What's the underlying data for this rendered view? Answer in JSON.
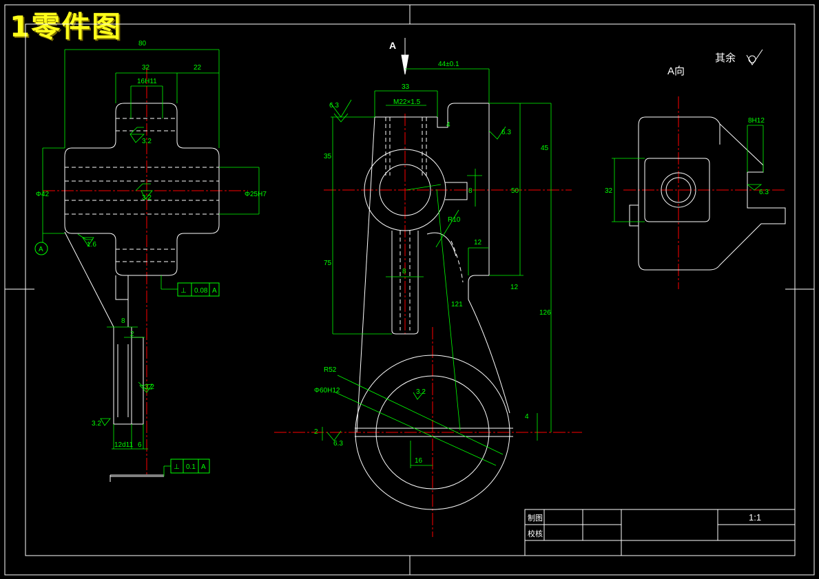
{
  "title": "1零件图",
  "view_labels": {
    "arrow_a": "A",
    "a_view": "A向",
    "remaining_roughness": "其余"
  },
  "colors": {
    "background": "#000000",
    "outline": "#ffffff",
    "dimension": "#00ff00",
    "centerline": "#ff0000",
    "title": "#ffff1a"
  },
  "left_view": {
    "dims": {
      "overall_width": "80",
      "width_32": "32",
      "width_22": "22",
      "slot": "16H11",
      "dia_42": "Φ42",
      "bore": "Φ25H7",
      "rough_top": "3.2",
      "rough_mid": "3.2",
      "rough_side": "1.6",
      "arm_width": "8",
      "offset_2": "2",
      "rough_arm": "3.2",
      "rough_bottom": "3.2",
      "fork_width": "12d11",
      "fork_6": "6"
    },
    "datum": "A",
    "tolerance_1": {
      "symbol": "⊥",
      "value": "0.08",
      "datum": "A"
    },
    "tolerance_2": {
      "symbol": "⊥",
      "value": "0.1",
      "datum": "A"
    }
  },
  "front_view": {
    "dims": {
      "thread": "M22×1.5",
      "width_33": "33",
      "offset_44": "44±0.1",
      "rough_6_3": "6.3",
      "rough_6_3_b": "6.3",
      "dim_4": "4",
      "h_35": "35",
      "h_45": "45",
      "dim_8": "8",
      "h_50": "50",
      "r10": "R10",
      "dim_12": "12",
      "rib_8": "8",
      "h_75": "75",
      "h_12": "12",
      "h_126": "126",
      "h_121": "121",
      "r52": "R52",
      "bore_60": "Φ60H12",
      "rough_32": "3.2",
      "h_4": "4",
      "h_2": "2",
      "rough_63": "6.3",
      "w_16": "16"
    }
  },
  "a_view": {
    "dims": {
      "slot_8": "8H12",
      "h_32": "32",
      "rough_63": "6.3"
    }
  },
  "title_block": {
    "drawn_label": "制图",
    "checked_label": "校核",
    "scale": "1:1"
  }
}
